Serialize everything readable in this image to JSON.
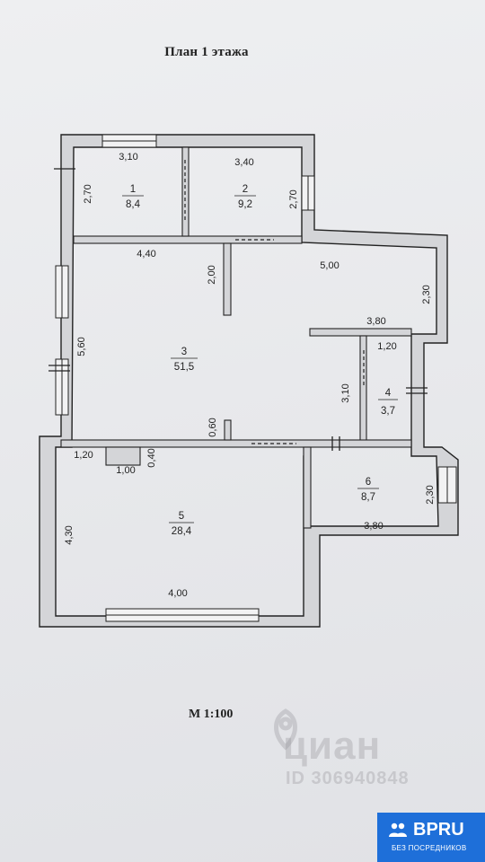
{
  "plan_title": "План 1 этажа",
  "scale": "М 1:100",
  "rooms": [
    {
      "number": "1",
      "area": "8,4"
    },
    {
      "number": "2",
      "area": "9,2"
    },
    {
      "number": "3",
      "area": "51,5"
    },
    {
      "number": "4",
      "area": "3,7"
    },
    {
      "number": "5",
      "area": "28,4"
    },
    {
      "number": "6",
      "area": "8,7"
    }
  ],
  "dimensions": {
    "room1_top": "3,10",
    "room1_left": "2,70",
    "room2_top": "3,40",
    "room2_right": "2,70",
    "hall_width": "4,40",
    "hall_partition": "2,00",
    "hall_right_width": "5,00",
    "hall_right_depth": "2,30",
    "hall_left_depth": "5,60",
    "hall_bay_width": "3,80",
    "hall_bay_depth": "3,10",
    "room4_width": "1,20",
    "hall_stub": "0,60",
    "room5_niche_left": "1,20",
    "room5_niche_width": "1,00",
    "room5_niche_depth": "0,40",
    "room5_left": "4,30",
    "room5_bottom": "4,00",
    "room6_right": "2,30",
    "room6_bottom": "3,80"
  },
  "watermark": {
    "brand": "циан",
    "listing_id": "ID 306940848"
  },
  "badge": {
    "brand": "BPRU",
    "tagline": "БЕЗ ПОСРЕДНИКОВ",
    "color": "#1e6fd9"
  }
}
